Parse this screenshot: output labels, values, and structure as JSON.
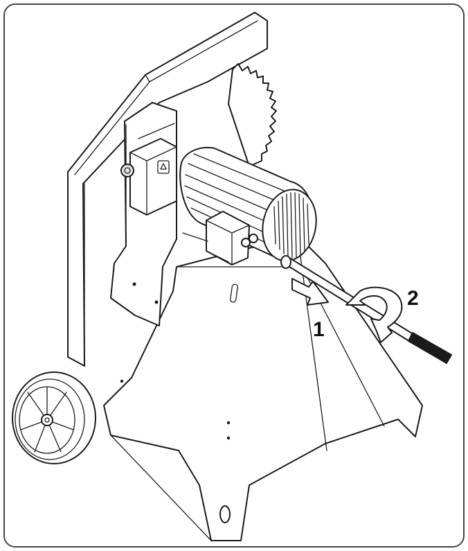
{
  "steps": [
    {
      "number": "1",
      "action": "arrow-push-straight"
    },
    {
      "number": "2",
      "action": "arrow-rotate"
    }
  ],
  "colors": {
    "ink": "#1a1a1a",
    "background": "#ffffff",
    "frame": "#444444"
  }
}
